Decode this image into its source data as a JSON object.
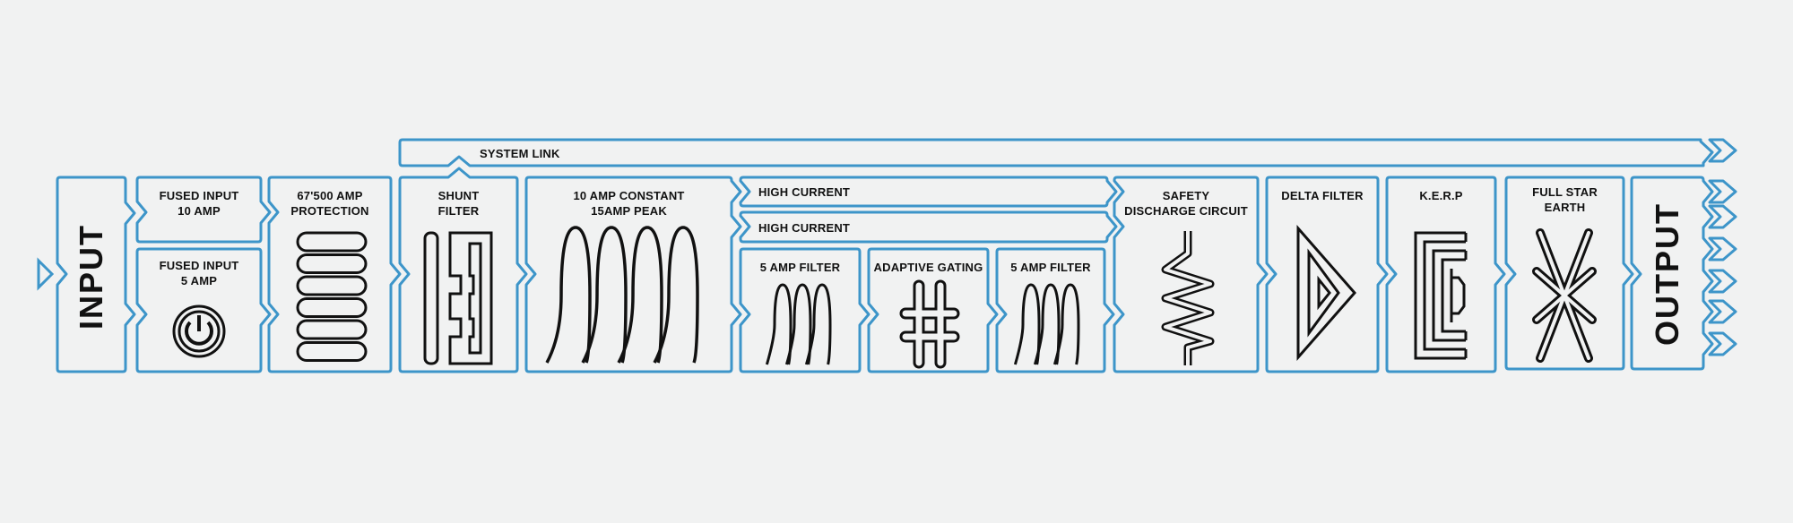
{
  "colors": {
    "accent": "#3d95c9",
    "ink": "#111111",
    "background": "#f1f2f2"
  },
  "blocks": {
    "input": "INPUT",
    "fused_10": "FUSED INPUT\n10 AMP",
    "fused_5": "FUSED INPUT\n5 AMP",
    "protection": "67'500 AMP\nPROTECTION",
    "system_link": "SYSTEM LINK",
    "shunt": "SHUNT\nFILTER",
    "amp_constant": "10 AMP CONSTANT\n15AMP PEAK",
    "high_current_1": "HIGH CURRENT",
    "high_current_2": "HIGH CURRENT",
    "filter_5a": "5 AMP FILTER",
    "adaptive": "ADAPTIVE GATING",
    "filter_5b": "5 AMP FILTER",
    "safety": "SAFETY\nDISCHARGE CIRCUIT",
    "delta": "DELTA FILTER",
    "kerp": "K.E.R.P",
    "star": "FULL STAR\nEARTH",
    "output": "OUTPUT"
  },
  "icons": {
    "fused_5": "power-icon",
    "protection": "stacked-capsules-icon",
    "shunt": "shunt-filter-icon",
    "amp_constant": "coil-icon",
    "filter_5a": "coil-icon",
    "adaptive": "hash-grid-icon",
    "filter_5b": "coil-icon",
    "safety": "zigzag-resistor-icon",
    "delta": "nested-triangle-icon",
    "kerp": "nested-bracket-icon",
    "star": "star-earth-icon"
  }
}
